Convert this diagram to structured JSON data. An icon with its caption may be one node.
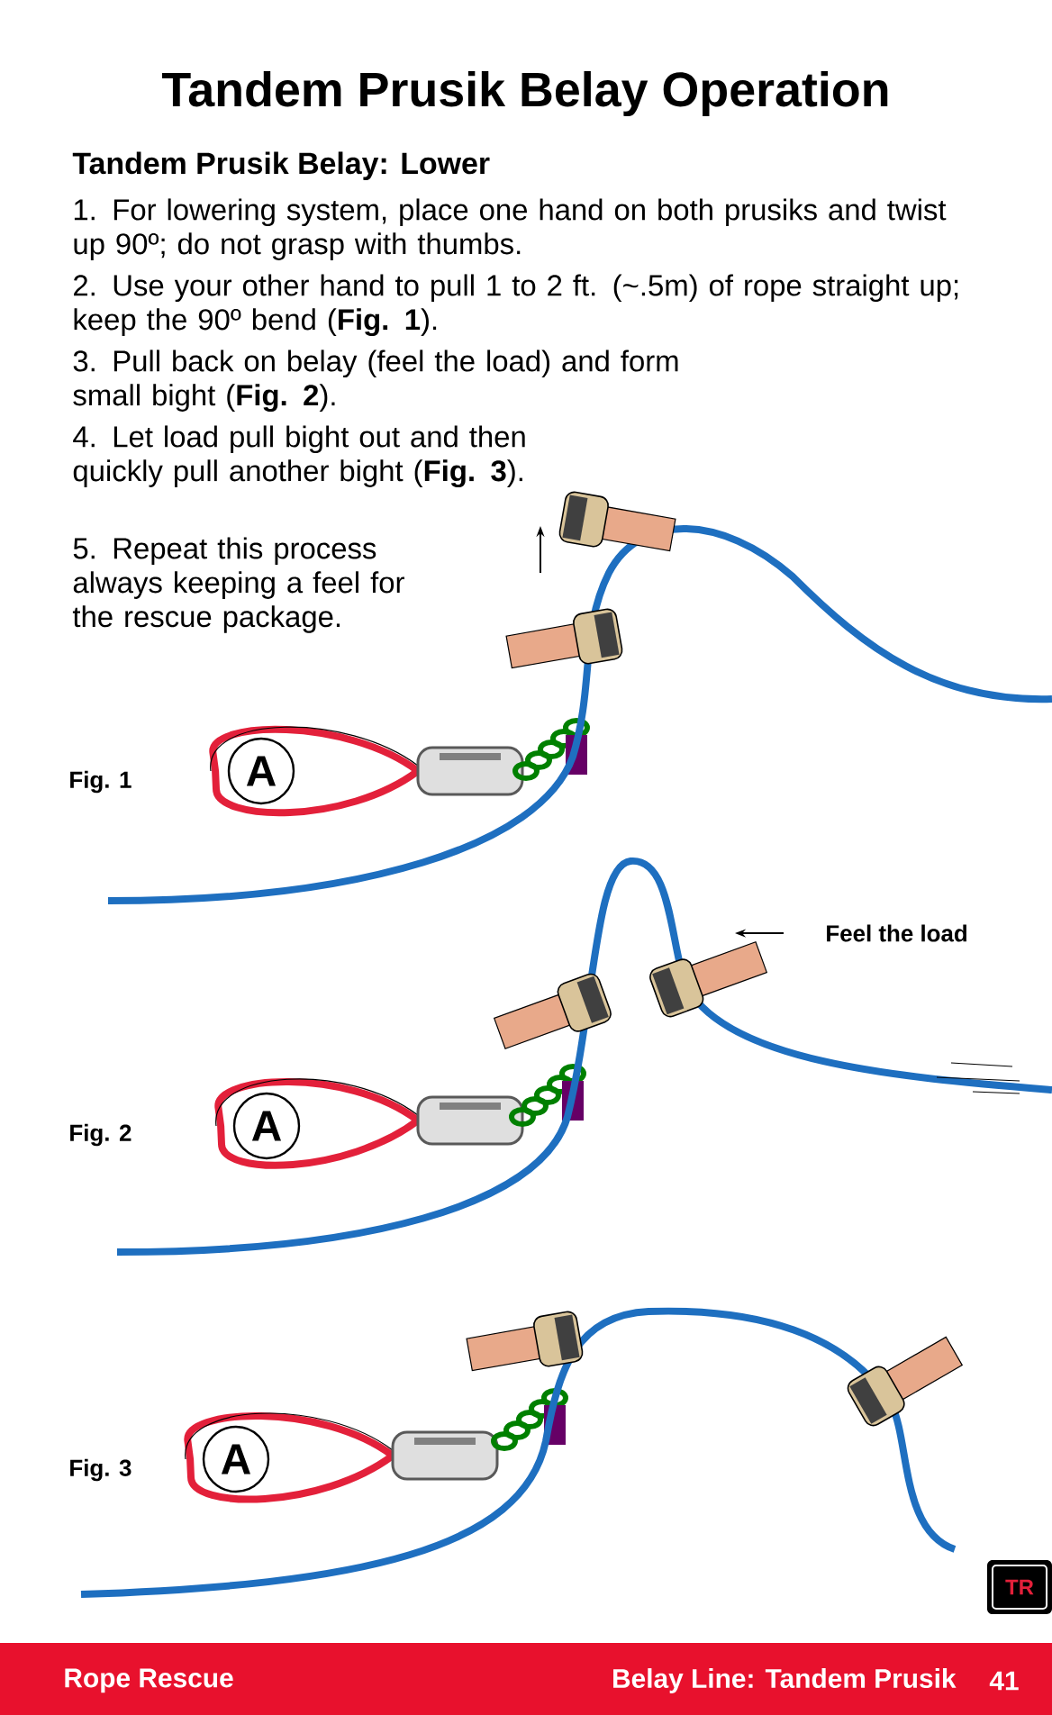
{
  "diagram": {
    "title": "Tandem Prusik Belay Operation",
    "labels": [
      "Tandem Prusik Belay: Lower",
      "1. For lowering system, place one hand on both prusiks and twist up 90º; do not grasp with thumbs.",
      "2. Use your other hand to pull 1 to 2 ft. (~.5m) of rope straight up; keep the 90º bend (**Fig. 1**).",
      "3. Pull back on belay (feel the load) and form small bight (**Fig. 2**).",
      "4. Let load pull bight out and then quickly pull another bight (**Fig. 3**).",
      "5. Repeat this process always keeping a feel for the rescue package.",
      "A",
      "Fig. 1",
      "Feel the load",
      "A",
      "Fig. 2",
      "A",
      "Fig. 3",
      "TR",
      "Rope Rescue",
      "Belay Line: Tandem Prusik",
      "41"
    ]
  }
}
